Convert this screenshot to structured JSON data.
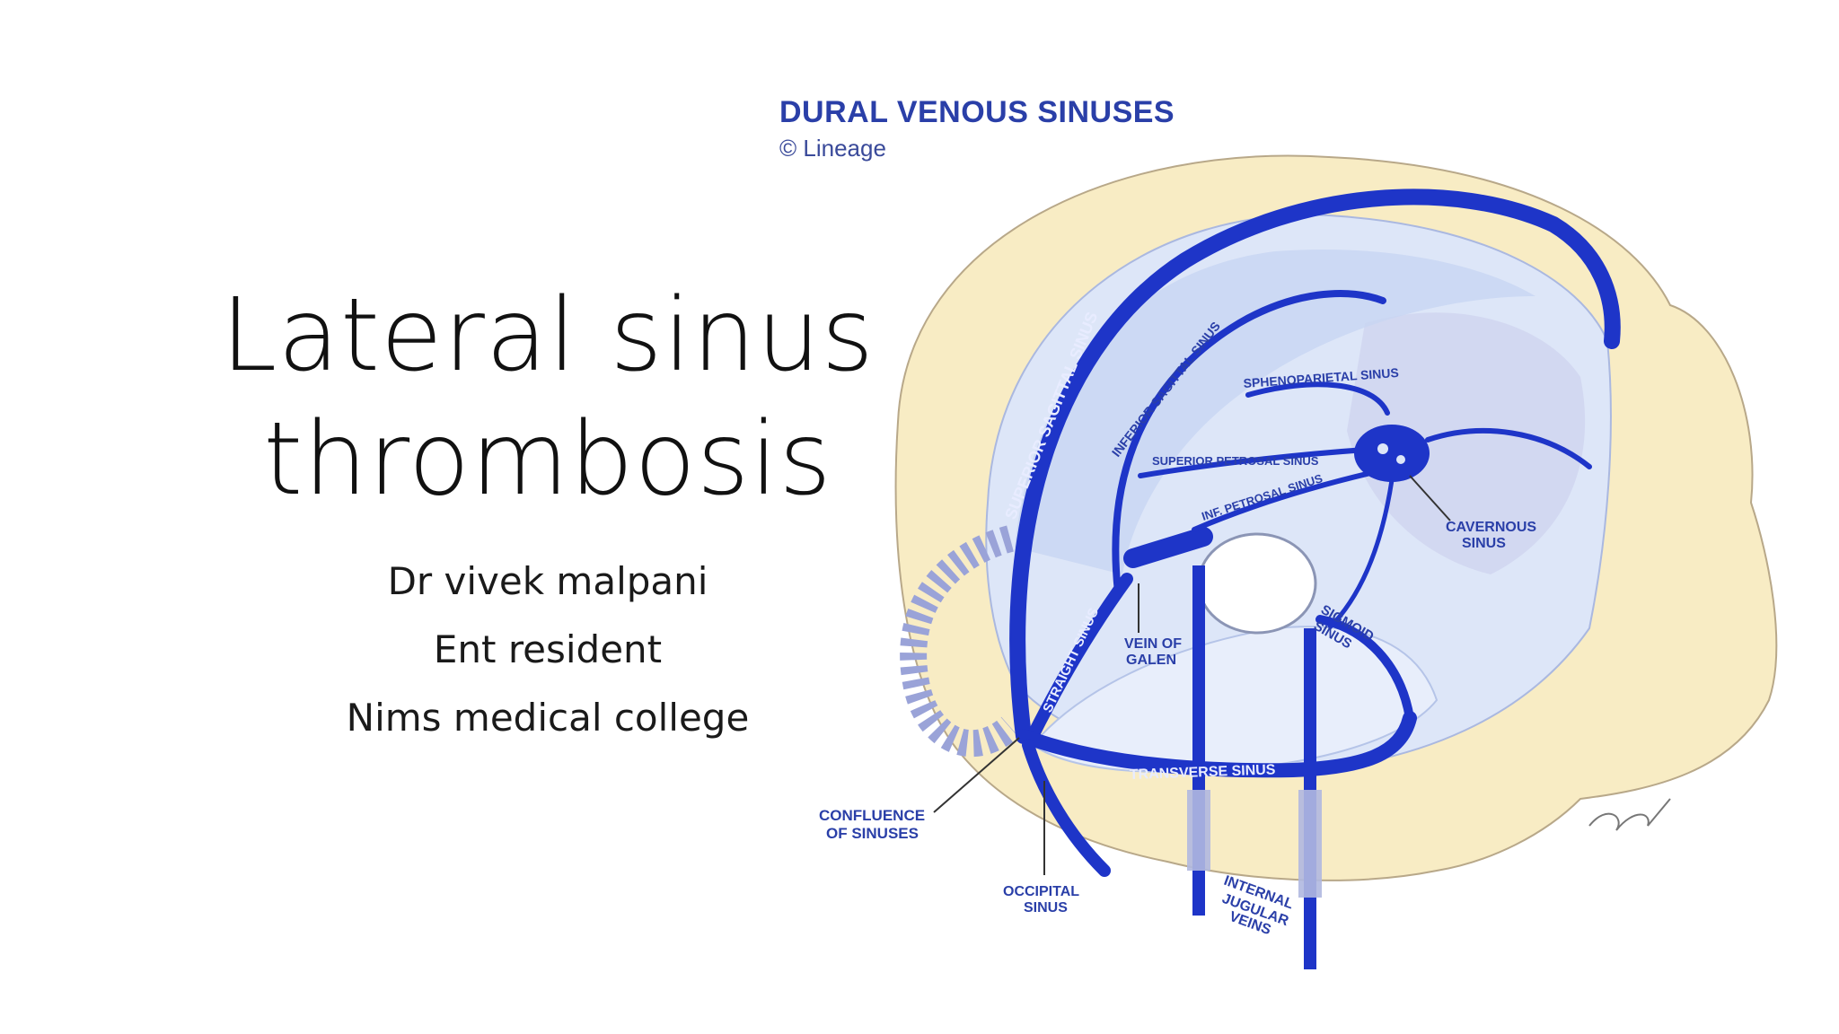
{
  "slide": {
    "title_line1": "Lateral sinus",
    "title_line2": "thrombosis",
    "author": "Dr vivek malpani",
    "role": "Ent resident",
    "institution": "Nims medical college"
  },
  "figure": {
    "title": "DURAL VENOUS SINUSES",
    "credit": "© Lineage",
    "labels": {
      "superior_sagittal": "SUPERIOR SAGITTAL SINUS",
      "inferior_sagittal": "INFERIOR SAGITTAL SINUS",
      "sphenoparietal": "SPHENOPARIETAL SINUS",
      "superior_petrosal": "SUPERIOR PETROSAL SINUS",
      "inf_petrosal": "INF. PETROSAL SINUS",
      "cavernous_1": "CAVERNOUS",
      "cavernous_2": "SINUS",
      "sigmoid_1": "SIGMOID",
      "sigmoid_2": "SINUS",
      "straight": "STRAIGHT SINUS",
      "galen_1": "VEIN OF",
      "galen_2": "GALEN",
      "transverse": "TRANSVERSE SINUS",
      "confluence_1": "CONFLUENCE",
      "confluence_2": "OF SINUSES",
      "occipital_1": "OCCIPITAL",
      "occipital_2": "SINUS",
      "ijv_1": "INTERNAL",
      "ijv_2": "JUGULAR",
      "ijv_3": "VEINS"
    },
    "colors": {
      "sinus": "#1e35c8",
      "skull": "#f8ecc4",
      "dura": "#dde6f8",
      "label": "#2a3fa8"
    }
  }
}
